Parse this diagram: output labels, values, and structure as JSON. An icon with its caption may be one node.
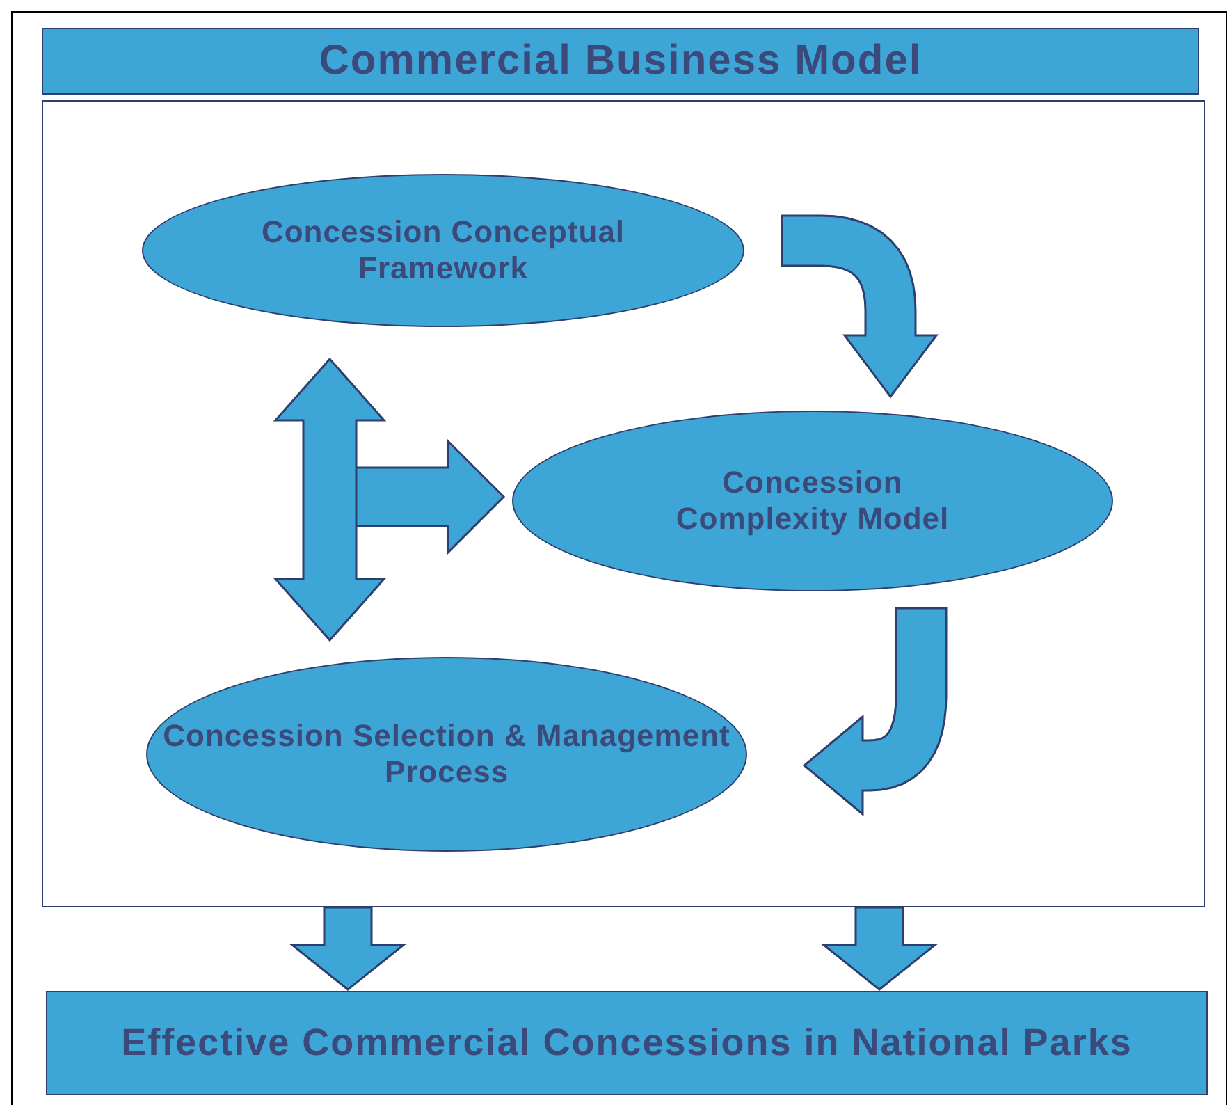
{
  "diagram": {
    "nodes": [
      {
        "text": [
          "Commercial Business Model"
        ]
      },
      {
        "text": [],
        "shape": "box"
      },
      {
        "text": [
          "Concession Conceptual Framework"
        ],
        "in": 1
      },
      {
        "text": [
          "Concession Complexity Model"
        ],
        "in": 1
      },
      {
        "text": [
          "Concession Selection & Management Process"
        ],
        "in": 1
      },
      {
        "text": [
          "Effective Commercial Concessions in National Parks"
        ]
      }
    ],
    "edges": [
      {
        "from": 2,
        "to": 3,
        "arrow": "to"
      },
      {
        "from": 3,
        "to": 4,
        "arrow": "to"
      },
      {
        "from": 2,
        "to": 4,
        "arrow": "both"
      },
      {
        "from": null,
        "to": 3,
        "arrow": "to"
      },
      {
        "from": 1,
        "to": 5,
        "arrow": "to"
      },
      {
        "from": 1,
        "to": 5,
        "arrow": "to"
      }
    ]
  }
}
